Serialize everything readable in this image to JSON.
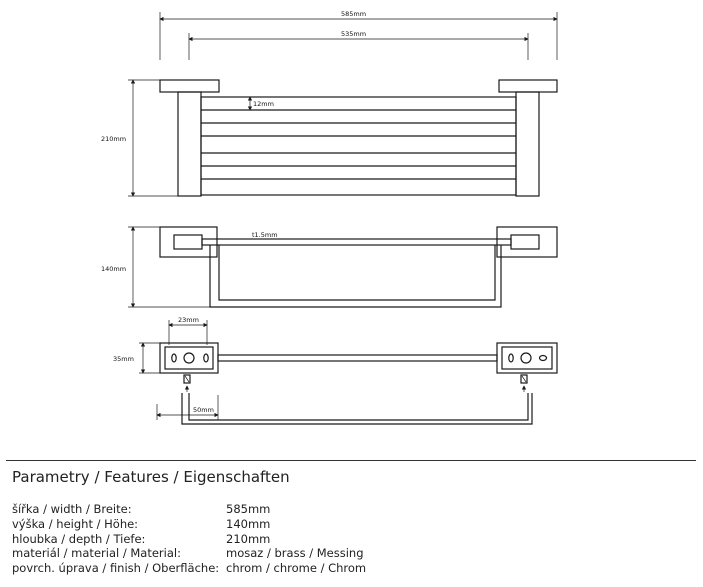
{
  "drawing": {
    "dimensions": {
      "overall_width": "585mm",
      "mount_spacing": "535mm",
      "bar_pitch": "12mm",
      "depth": "210mm",
      "bar_thickness": "t1.5mm",
      "height": "140mm",
      "base_width": "23mm",
      "base_depth": "35mm",
      "offset": "50mm"
    }
  },
  "specs": {
    "title": "Parametry / Features / Eigenschaften",
    "rows": [
      {
        "label": "šířka / width / Breite:",
        "value": "585mm"
      },
      {
        "label": "výška / height / Höhe:",
        "value": "140mm"
      },
      {
        "label": "hloubka / depth / Tiefe:",
        "value": "210mm"
      },
      {
        "label": "materiál / material / Material:",
        "value": "mosaz / brass / Messing"
      },
      {
        "label": "povrch. úprava / finish / Oberfläche:",
        "value": "chrom / chrome / Chrom"
      }
    ]
  }
}
